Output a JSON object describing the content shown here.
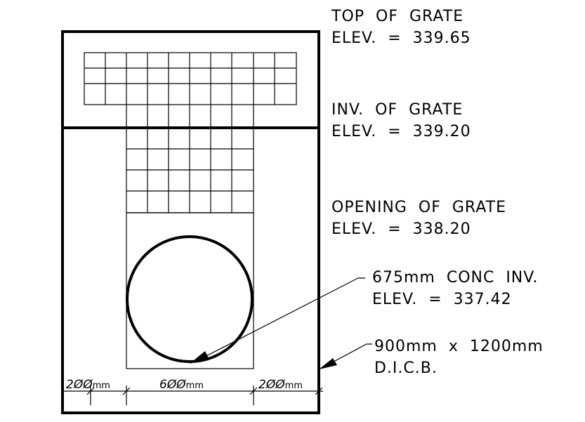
{
  "annotations": {
    "top_of_grate": {
      "line1": "TOP  OF  GRATE",
      "line2": "ELEV.  =  339.65"
    },
    "inv_of_grate": {
      "line1": "INV.  OF  GRATE",
      "line2": "ELEV.  =  339.20"
    },
    "opening_of_grate": {
      "line1": "OPENING  OF  GRATE",
      "line2": "ELEV.  =  338.20"
    },
    "pipe": {
      "line1": "675mm  CONC  INV.",
      "line2": "ELEV.  =  337.42"
    },
    "catch_basin": {
      "line1": "900mm  x  1200mm",
      "line2": "D.I.C.B."
    }
  },
  "dimensions": {
    "left": {
      "value": "2ØØ",
      "unit": "mm"
    },
    "center": {
      "value": "6ØØ",
      "unit": "mm"
    },
    "right": {
      "value": "2ØØ",
      "unit": "mm"
    }
  }
}
